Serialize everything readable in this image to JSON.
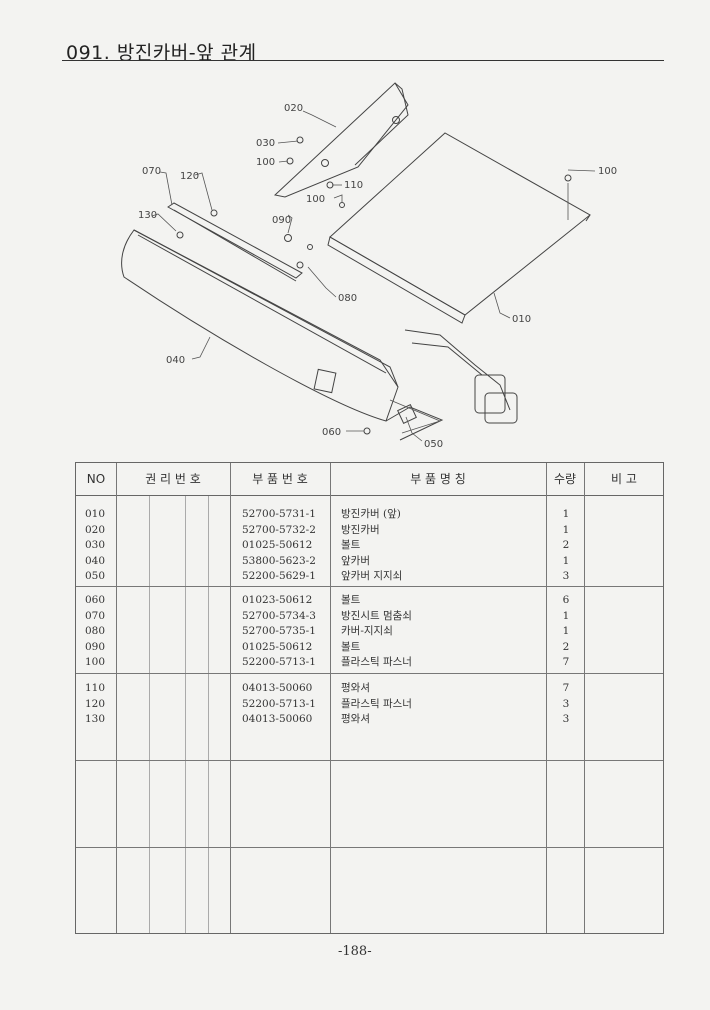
{
  "header": {
    "title": "091. 방진카버-앞 관계"
  },
  "diagram": {
    "callouts": [
      "020",
      "030",
      "100",
      "110",
      "100",
      "070",
      "120",
      "130",
      "090",
      "100",
      "080",
      "010",
      "040",
      "060",
      "050"
    ]
  },
  "table": {
    "columns": [
      "NO",
      "권 리 번 호",
      "부 품 번 호",
      "부 품 명 칭",
      "수량",
      "비 고"
    ],
    "groups": [
      [
        {
          "no": "010",
          "part": "52700-5731-1",
          "name": "방진카버 (앞)",
          "qty": "1"
        },
        {
          "no": "020",
          "part": "52700-5732-2",
          "name": "방진카버",
          "qty": "1"
        },
        {
          "no": "030",
          "part": "01025-50612",
          "name": "볼트",
          "qty": "2"
        },
        {
          "no": "040",
          "part": "53800-5623-2",
          "name": "앞카버",
          "qty": "1"
        },
        {
          "no": "050",
          "part": "52200-5629-1",
          "name": "앞카버 지지쇠",
          "qty": "3"
        }
      ],
      [
        {
          "no": "060",
          "part": "01023-50612",
          "name": "볼트",
          "qty": "6"
        },
        {
          "no": "070",
          "part": "52700-5734-3",
          "name": "방진시트 멈춤쇠",
          "qty": "1"
        },
        {
          "no": "080",
          "part": "52700-5735-1",
          "name": "카버-지지쇠",
          "qty": "1"
        },
        {
          "no": "090",
          "part": "01025-50612",
          "name": "볼트",
          "qty": "2"
        },
        {
          "no": "100",
          "part": "52200-5713-1",
          "name": "플라스틱 파스너",
          "qty": "7"
        }
      ],
      [
        {
          "no": "110",
          "part": "04013-50060",
          "name": "평와셔",
          "qty": "7"
        },
        {
          "no": "120",
          "part": "52200-5713-1",
          "name": "플라스틱 파스너",
          "qty": "3"
        },
        {
          "no": "130",
          "part": "04013-50060",
          "name": "평와셔",
          "qty": "3"
        }
      ]
    ]
  },
  "footer": {
    "page": "-188-"
  }
}
